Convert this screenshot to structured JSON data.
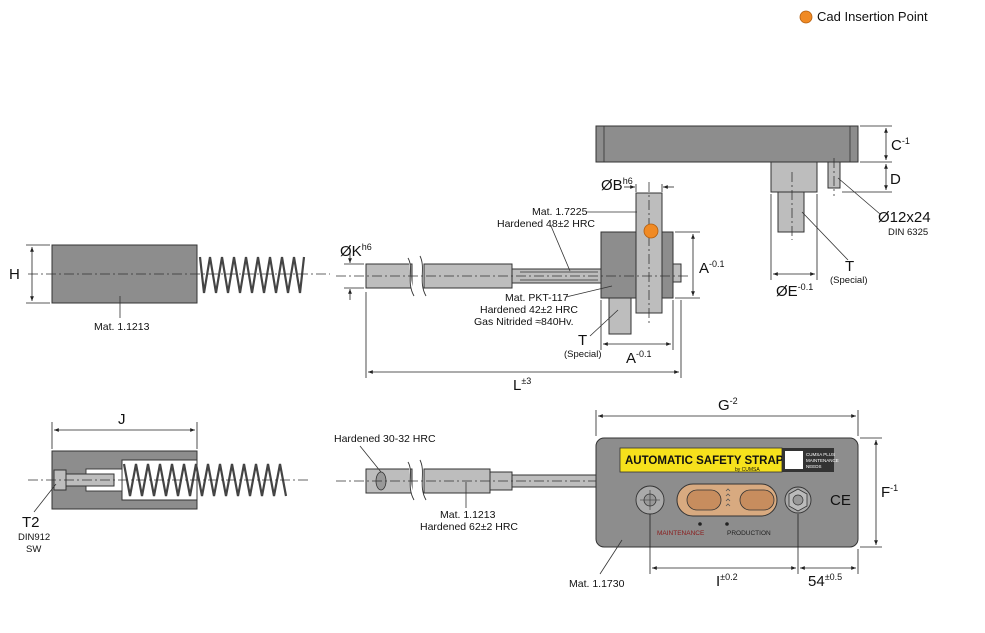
{
  "legend": {
    "label": "Cad Insertion Point",
    "color": "#f08a24"
  },
  "dims": {
    "H": "H",
    "C": "C",
    "C_tol": "-1",
    "D": "D",
    "thread": "Ø12x24",
    "thread_std": "DIN 6325",
    "B": "ØB",
    "B_tol": "h6",
    "K": "ØK",
    "K_tol": "h6",
    "A_right": "A",
    "A_right_tol": "-0.1",
    "A_bottom": "A",
    "A_bottom_tol": "-0.1",
    "T1": "T",
    "T1_note": "(Special)",
    "T2": "T",
    "T2_note": "(Special)",
    "E": "ØE",
    "E_tol": "-0.1",
    "L": "L",
    "L_tol": "±3",
    "J": "J",
    "T2b": "T2",
    "T2b_std": "DIN912",
    "T2b_sw": "SW",
    "G": "G",
    "G_tol": "-2",
    "F": "F",
    "F_tol": "-1",
    "I": "I",
    "I_tol": "±0.2",
    "n54": "54",
    "n54_tol": "±0.5"
  },
  "materials": {
    "housing": "Mat. 1.1213",
    "pin_mat": "Mat. 1.7225",
    "pin_hard": "Hardened 48±2 HRC",
    "block_mat": "Mat. PKT-117",
    "block_hard": "Hardened 42±2 HRC",
    "block_nitride": "Gas Nitrided ≈840Hv.",
    "rod_hard_top": "Hardened 30-32 HRC",
    "rod_mat": "Mat. 1.1213",
    "rod_hard": "Hardened 62±2 HRC",
    "plate_mat": "Mat. 1.1730"
  },
  "label_plate": {
    "title": "AUTOMATIC SAFETY STRAP",
    "brand": "by CUMSA",
    "side_text_1": "CUMSA PLUS",
    "side_text_2": "MAINTENANCE",
    "side_text_3": "NEEDS",
    "maintenance": "MAINTENANCE",
    "production": "PRODUCTION",
    "ce": "CE"
  }
}
